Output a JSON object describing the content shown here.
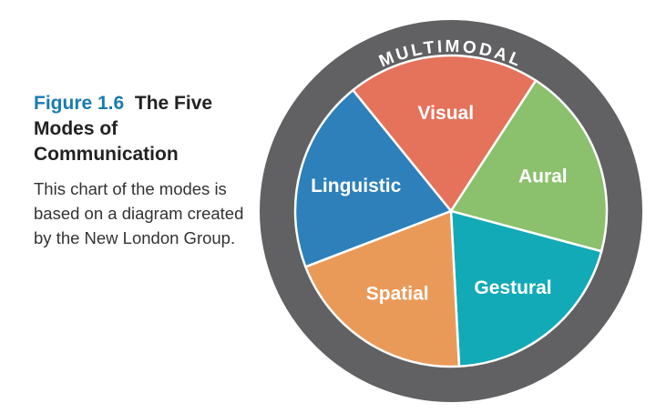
{
  "figure": {
    "label": "Figure 1.6",
    "title": "The Five Modes of Communication",
    "description": "This chart of the modes is based on a diagram created by the New London Group."
  },
  "diagram": {
    "outer_label": "MULTIMODAL",
    "ring_color": "#616163",
    "modes": [
      {
        "label": "Visual",
        "color": "#e5725b"
      },
      {
        "label": "Aural",
        "color": "#8bc06c"
      },
      {
        "label": "Gestural",
        "color": "#12aab7"
      },
      {
        "label": "Spatial",
        "color": "#ea9a58"
      },
      {
        "label": "Linguistic",
        "color": "#2d80ba"
      }
    ]
  }
}
